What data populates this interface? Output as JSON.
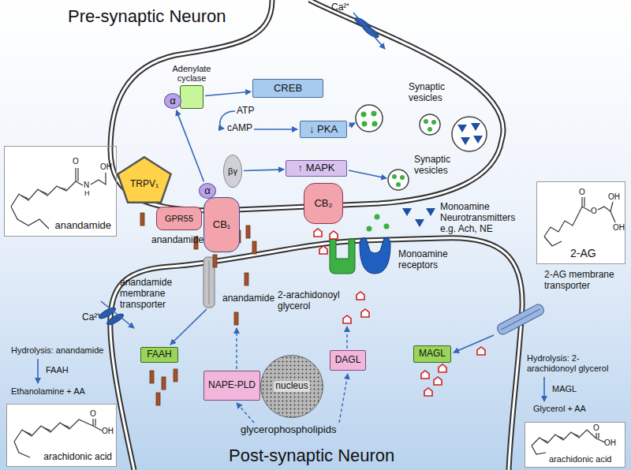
{
  "diagram": {
    "nodes": [
      {
        "text": [
          "CREB"
        ]
      },
      {
        "text": [
          "↓ PKA"
        ]
      },
      {
        "text": [
          "↑ MAPK"
        ]
      },
      {
        "text": [
          "Adenylate cyclase"
        ]
      },
      {
        "text": [
          "α"
        ]
      },
      {
        "text": [
          "TRPV₁"
        ]
      },
      {
        "text": [
          "GPR55"
        ]
      },
      {
        "text": [
          "CB₁"
        ]
      },
      {
        "text": [
          "α"
        ]
      },
      {
        "text": [
          "βγ"
        ]
      },
      {
        "text": [
          "CB₂"
        ]
      },
      {
        "text": [
          "FAAH"
        ]
      },
      {
        "text": [
          "NAPE-PLD"
        ]
      },
      {
        "text": [
          "nucleus"
        ]
      },
      {
        "text": [
          "DAGL"
        ]
      },
      {
        "text": [
          "MAGL"
        ]
      },
      {
        "text": [
          "anandamide"
        ]
      },
      {
        "text": [
          "2-AG"
        ]
      },
      {
        "text": [
          "arachidonic acid"
        ]
      },
      {
        "text": [
          "arachidonic acid"
        ]
      }
    ],
    "edges": [
      {
        "from": 8,
        "to": 4,
        "arrow": "to"
      },
      {
        "from": 3,
        "to": 0,
        "arrow": "to"
      },
      {
        "from": 9,
        "to": 2,
        "arrow": "to"
      }
    ],
    "labels": [
      "Pre-synaptic Neuron",
      "Ca²⁺",
      "ATP",
      "cAMP",
      "Synaptic vesicles",
      "Synaptic vesicles",
      "anandamide",
      "anandamide membrane transporter",
      "anandamide",
      "2-arachidonoyl glycerol",
      "Monoamine Neurotransmitters e.g. Ach, NE",
      "Monoamine receptors",
      "2-AG membrane transporter",
      "Ca²⁺",
      "Hydrolysis: anandamide",
      "FAAH",
      "Ethanolamine + AA",
      "glycerophospholipids",
      "Hydrolysis: 2-arachidonoyl glycerol",
      "MAGL",
      "Glycerol + AA",
      "Post-synaptic Neuron",
      "O",
      "N",
      "H",
      "OH",
      "O",
      "O",
      "OH",
      "OH",
      "O",
      "OH",
      "O",
      "OH"
    ]
  }
}
